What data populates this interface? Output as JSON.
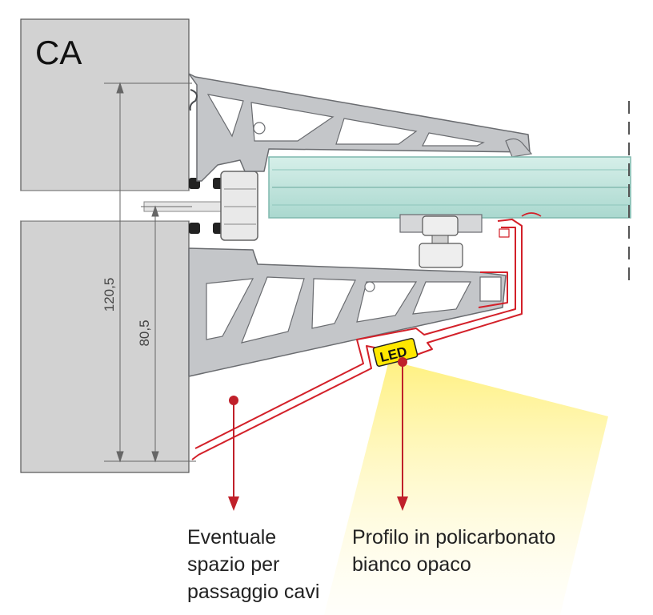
{
  "labels": {
    "wall": "CA",
    "led": "LED",
    "dimension_outer": "120,5",
    "dimension_inner": "80,5"
  },
  "annotations": {
    "cable_space": [
      "Eventuale",
      "spazio per",
      "passaggio cavi"
    ],
    "profile": [
      "Profilo in policarbonato",
      "bianco opaco"
    ]
  },
  "colors": {
    "wall_fill": "#d2d2d2",
    "aluminium": "#c4c6c9",
    "profile_red": "#d32029",
    "glass": "#bfe3dc",
    "led_yellow": "#ffe800",
    "light_beam": "#fff6a8"
  }
}
